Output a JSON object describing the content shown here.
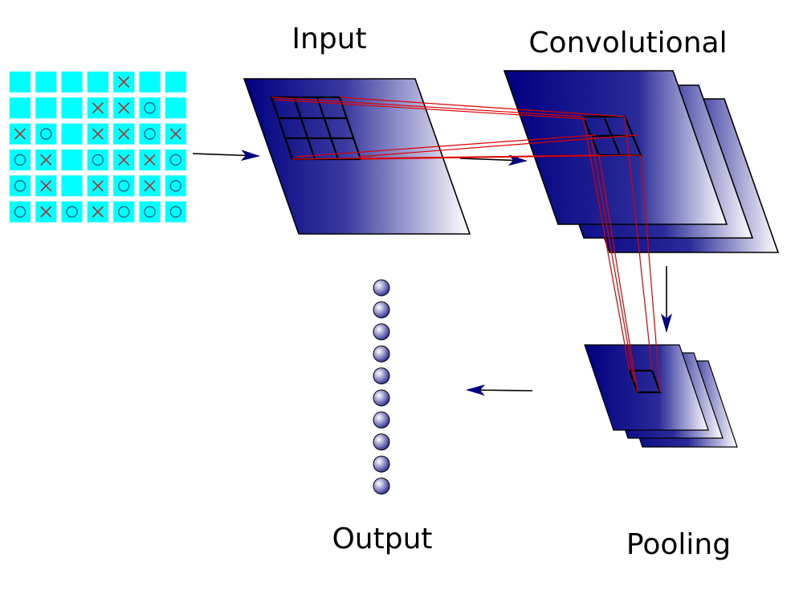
{
  "labels": {
    "input": "Input",
    "convolutional": "Convolutional",
    "pooling": "Pooling",
    "output": "Output"
  },
  "board": {
    "rows": [
      [
        "",
        "",
        "",
        "",
        "X",
        "",
        ""
      ],
      [
        "",
        "",
        "",
        "X",
        "X",
        "O",
        ""
      ],
      [
        "X",
        "O",
        "",
        "X",
        "X",
        "O",
        "X"
      ],
      [
        "O",
        "X",
        "",
        "O",
        "X",
        "X",
        "O"
      ],
      [
        "O",
        "X",
        "",
        "X",
        "O",
        "X",
        "O"
      ],
      [
        "O",
        "X",
        "O",
        "X",
        "O",
        "O",
        "O"
      ]
    ]
  },
  "output": {
    "node_count": 10
  },
  "colors": {
    "cell": "#00ffff",
    "x_mark": "#b03030",
    "o_mark": "#2a6a8a",
    "layer_dark": "#000080",
    "layer_light": "#ffffff",
    "receptive_field": "#dd0000",
    "arrow": "#000080"
  }
}
